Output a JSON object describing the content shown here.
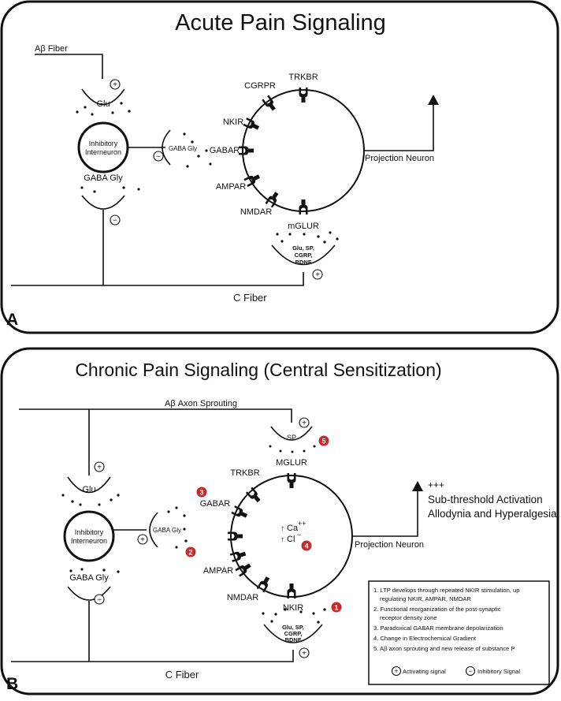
{
  "panel_a": {
    "title": "Acute Pain Signaling",
    "panel_letter": "A",
    "abeta_label": "Aβ Fiber",
    "c_fiber_label": "C Fiber",
    "glu_label": "Glu",
    "interneuron_label_1": "Inhibitory",
    "interneuron_label_2": "Interneuron",
    "gaba_gly_side_label": "GABA Gly",
    "gaba_gly_bottom_label": "GABA Gly",
    "projection_label": "Projection Neuron",
    "receptors": [
      "CGRPR",
      "TRKBR",
      "NKIR",
      "GABAR",
      "AMPAR",
      "NMDAR",
      "mGLUR"
    ],
    "release_lines": [
      "Glu, SP,",
      "CGRP,",
      "BDNF"
    ],
    "signs": {
      "plus": "+",
      "minus": "−"
    }
  },
  "panel_b": {
    "title": "Chronic Pain Signaling (Central Sensitization)",
    "panel_letter": "B",
    "abeta_label": "Aβ Axon Sprouting",
    "c_fiber_label": "C Fiber",
    "sp_label": "SP",
    "glu_label": "Glu",
    "interneuron_label_1": "Inhibitory",
    "interneuron_label_2": "Interneuron",
    "gaba_gly_side_label": "GABA Gly",
    "gaba_gly_bottom_label": "GABA Gly",
    "projection_label": "Projection Neuron",
    "receptors": [
      "MGLUR",
      "TRKBR",
      "GABAR",
      "AMPAR",
      "NMDAR",
      "NKIR"
    ],
    "ion_ca": "Ca",
    "ion_ca_charge": "++",
    "ion_cl": "Cl",
    "ion_cl_charge": "−",
    "ion_arrow": "↑",
    "output_plus": "+++",
    "output_line_1": "Sub-threshold Activation",
    "output_line_2": "Allodynia and Hyperalgesia",
    "release_lines": [
      "Glu, SP,",
      "CGRP,",
      "BDNF"
    ],
    "badges": [
      "1",
      "2",
      "3",
      "4",
      "5"
    ],
    "legend_items": [
      "1. LTP develops through repeated NKIR stimulation, up",
      "regulating NKIR, AMPAR, NMDAR",
      "2. Functional reorganization of the post-synaptic",
      "receptor density zone",
      "3. Paradoxical GABAR membrane depolarization",
      "4. Change in Electrochemical Gradient",
      "5. Aβ axon sprouting and new release of substance P"
    ],
    "legend_activating": "Activating signal",
    "legend_inhibitory": "Inhibitory Signal",
    "signs": {
      "plus": "+",
      "minus": "−"
    }
  },
  "colors": {
    "badge": "#c62a2a",
    "ink": "#111111"
  }
}
